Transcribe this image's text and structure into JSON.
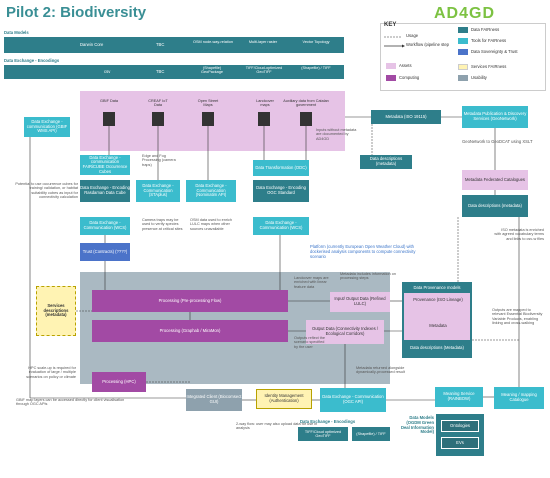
{
  "title": "Pilot 2: Biodiversity",
  "logo": "AD4GD",
  "sections": {
    "data_models": "Data Models",
    "exchange_encodings_top": "Data Exchange - Encodings",
    "exchange_encodings_bottom": "Data Exchange - Encodings"
  },
  "data_models_row": [
    "Darwin Core",
    "TBC",
    "OSM node-way-relation",
    "Multi-layer raster",
    "Vector Topology"
  ],
  "encodings_row": [
    "csv",
    "TBC",
    "(Shapefile) GeoPackage",
    "TIFF/Cloud-optimized GeoTIFF",
    "(Shapefile) / TIFF"
  ],
  "key": {
    "title": "KEY",
    "usage": "Usage",
    "workflow": "Workflow /pipeline step",
    "assets": "Assets",
    "computing": "Computing",
    "fairness": "Data FAIRness",
    "tools": "Tools for FAIRness",
    "sovereignty": "Data Sovereignty & Trust",
    "services": "Services FAIRness",
    "usability": "Usability"
  },
  "colors": {
    "teal": "#2e7e8a",
    "cyan": "#3bbccd",
    "magenta": "#a24aa4",
    "pink": "#e6c3e6",
    "yellow": "#fff3b3",
    "grayblue": "#8ea1ad",
    "logo": "#7cc242"
  },
  "assets": {
    "gbif": "GBIF Data",
    "creaf": "CREAF IoT Data",
    "osm": "Open Street Maps",
    "landcover": "Landcover maps",
    "auxiliary": "Auxiliary data from Catalan government"
  },
  "nodes": {
    "exch_comm_gbif": "Data Exchange - communication (GBIF WMS API)",
    "fairicube": "Data Exchange - communication FAIRiCUBE Occurrence Cubes",
    "rasdaman": "Data Exchange - Encoding Rasdaman Data Cube",
    "wcs1": "Data Exchange - Communication (WCS)",
    "trust": "Trust (Contracts) (????)",
    "staplus": "Data Exchange - Communication (STAplus)",
    "nominatim": "Data Exchange - Communication (Nominatim API)",
    "odc": "Data Transformation (ODC)",
    "ogc_std": "Data Exchange - Encoding OGC Standard",
    "wcs2": "Data Exchange - Communication (WCS)",
    "metadata_iso": "Metadata (ISO 19115)",
    "data_desc_top": "Data descriptions (metadata)",
    "pub_discovery": "Metadata Publication & Discovery Services (GeoNetwork)",
    "federated": "Metadata Federated Catalogues",
    "data_desc_right": "Data descriptions (metadata)",
    "services_desc": "Services descriptions (metadata)",
    "processing1": "Processing (Pre-processing Flow)",
    "io_data": "Input/ Output Data (Refined LULC)",
    "processing2": "Processing (Graphab / MiraMon)",
    "output_data": "Output Data (Connectivity Indexes / Ecological Corridors)",
    "provenance_models": "Data Provenance models",
    "provenance": "Provenance (ISO Lineage)",
    "metadata_inner": "Metadata",
    "data_desc_meta": "Data descriptions (Metadata)",
    "hpc": "Processing (HPC)",
    "integrated_client": "Integrated Client (Biocomsect GUI)",
    "identity": "Identity Management (Authentication)",
    "ogc_api": "Data Exchange - Communication (OGC API)",
    "rainbow": "Meaning Service (RAINBOW)",
    "meaning_mapping": "Meaning / mapping Catalogue",
    "dm_green": "Data Models (OGDM Green Deal Information Model)",
    "ontologies": "Ontologies",
    "evs": "EVs",
    "tiff_bottom": "TIFF/Cloud optimized GeoTIFF",
    "shp_bottom": "(Shapefile) / TIFF"
  },
  "notes": {
    "edge_fog": "Edge and Fog Processing (camera traps)",
    "camera_traps": "Camera traps may be used to verify species presence at critical sites",
    "osm_data": "OSM data used to enrich LULC maps when other sources unavailable",
    "occurrence": "Potential to use occurrence cubes for training/ validation, or habitat suitability cubes as input for connectivity calculation",
    "inputs_without": "Inputs without metadata are documented by AD4GD",
    "geonetwork": "GeoNetwork to GeoDCAT using XSLT",
    "iso_metadata": "ISO metadata is enriched with agreed vocabulary terms and links to csv-w files",
    "platform": "Platform (currently European Open Weather Cloud) with dockerised analysis components to compute connectivity scenario",
    "landcover_enriched": "Landcover maps are enriched with linear feature data",
    "metadata_includes": "Metadata includes information on processing steps",
    "outputs_reflect": "Outputs reflect the scenario specified by the user",
    "outputs_mapped": "Outputs are mapped to relevant Essential Biodiversity Variable Products, enabling linking and cross-walking",
    "hpc_scaleup": "HPC scale-up is required for evaluation of large / multiple scenarios on policy or climate",
    "metadata_returned": "Metadata returned alongside dynamically-processed result",
    "gbif_layers": "GBIF map layers can be accessed directly for client visualisation through OGC APIs",
    "two_way": "2-way flow: user may also upload data for use in analysis"
  }
}
